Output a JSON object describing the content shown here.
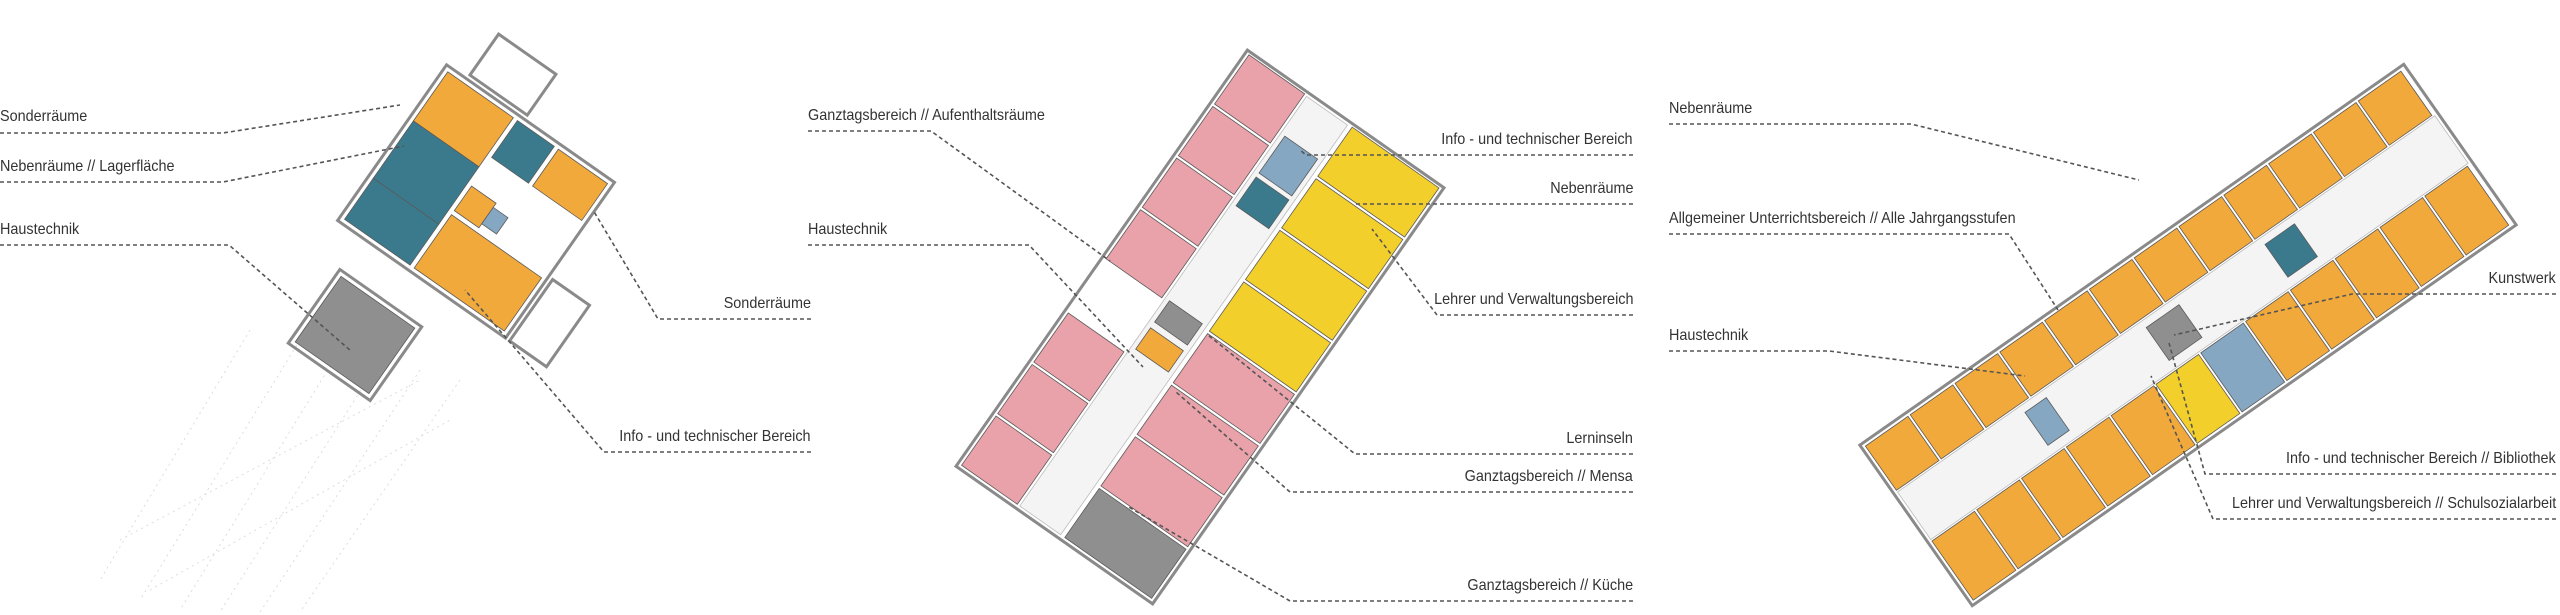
{
  "colors": {
    "sonderraeume": "#f2a93b",
    "nebenraeume": "#3b7a8c",
    "haustechnik": "#8f8f8f",
    "info": "#86a7c2",
    "ganztag": "#e9a2aa",
    "lehrer": "#f3cf2c",
    "unterricht": "#f2a93b"
  },
  "plans": [
    {
      "name": "left",
      "labels": [
        "Sonderräume",
        "Nebenräume // Lagerfläche",
        "Haustechnik",
        "Sonderräume",
        "Info - und technischer Bereich"
      ]
    },
    {
      "name": "middle",
      "labels": [
        "Ganztagsbereich // Aufenthaltsräume",
        "Haustechnik",
        "Info - und technischer Bereich",
        "Nebenräume",
        "Lehrer und  Verwaltungsbereich",
        "Lerninseln",
        "Ganztagsbereich // Mensa",
        "Ganztagsbereich // Küche"
      ]
    },
    {
      "name": "right",
      "labels": [
        "Nebenräume",
        "Allgemeiner Unterrichtsbereich // Alle Jahrgangsstufen",
        "Haustechnik",
        "Kunstwerk",
        "Info - und technischer Bereich // Bibliothek",
        "Lehrer und  Verwaltungsbereich // Schulsozialarbeit"
      ]
    }
  ]
}
